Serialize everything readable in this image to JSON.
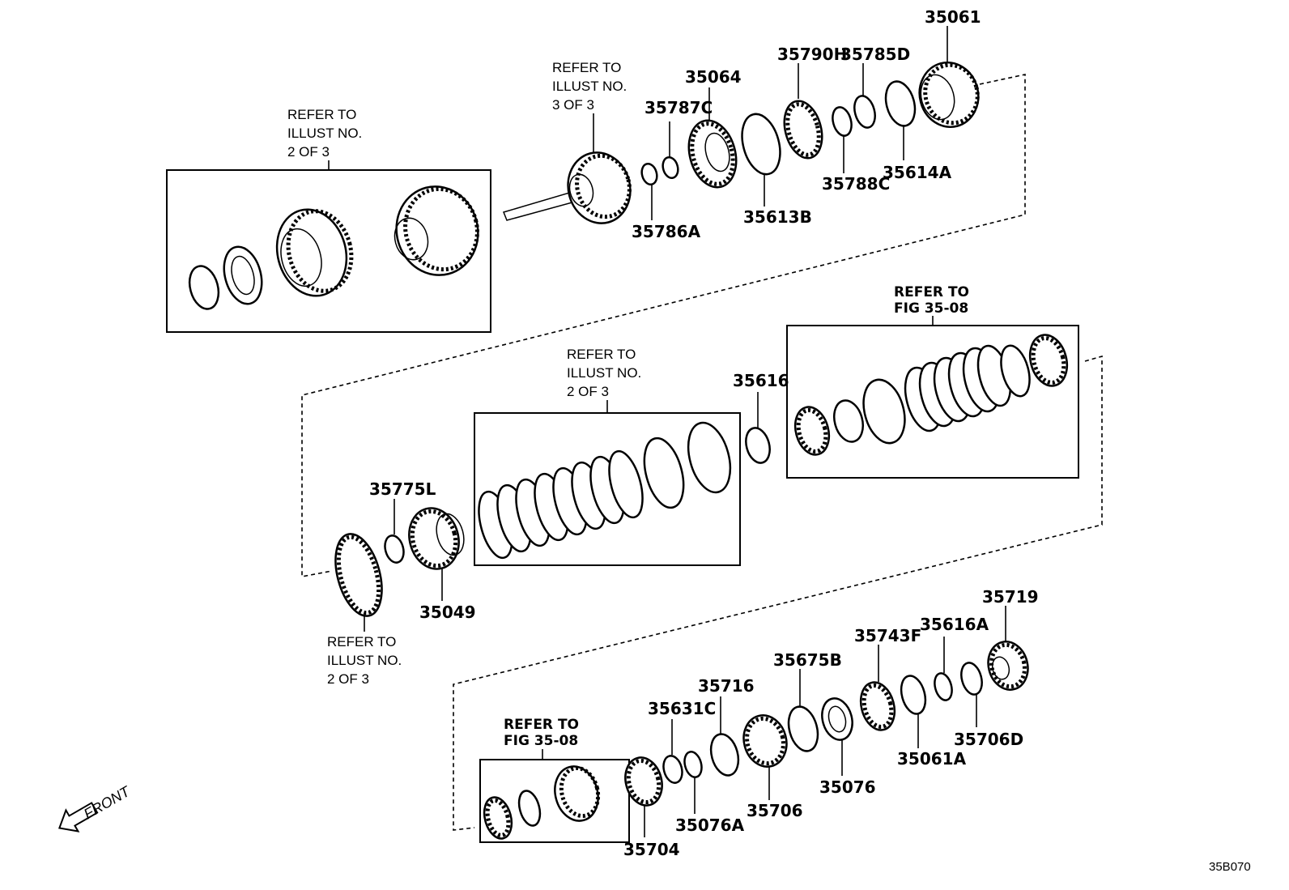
{
  "diagram_code": "35B070",
  "front_label": "FRONT",
  "refs": {
    "illust_2of3_top": [
      "REFER TO",
      "ILLUST NO.",
      "2 OF 3"
    ],
    "illust_3of3": [
      "REFER TO",
      "ILLUST NO.",
      "3 OF 3"
    ],
    "illust_2of3_mid": [
      "REFER TO",
      "ILLUST NO.",
      "2 OF 3"
    ],
    "illust_2of3_bottom": [
      "REFER TO",
      "ILLUST NO.",
      "2 OF 3"
    ],
    "fig_35_08_mid": [
      "REFER TO",
      "FIG 35-08"
    ],
    "fig_35_08_bottom": [
      "REFER TO",
      "FIG 35-08"
    ]
  },
  "parts": {
    "p35061": "35061",
    "p35790H": "35790H",
    "p35785D": "35785D",
    "p35064": "35064",
    "p35787C": "35787C",
    "p35786A": "35786A",
    "p35613B": "35613B",
    "p35788C": "35788C",
    "p35614A": "35614A",
    "p35616": "35616",
    "p35775L": "35775L",
    "p35049": "35049",
    "p35719": "35719",
    "p35616A": "35616A",
    "p35743F": "35743F",
    "p35675B": "35675B",
    "p35716": "35716",
    "p35631C": "35631C",
    "p35076": "35076",
    "p35061A": "35061A",
    "p35706D": "35706D",
    "p35076A": "35076A",
    "p35706": "35706",
    "p35704": "35704"
  }
}
